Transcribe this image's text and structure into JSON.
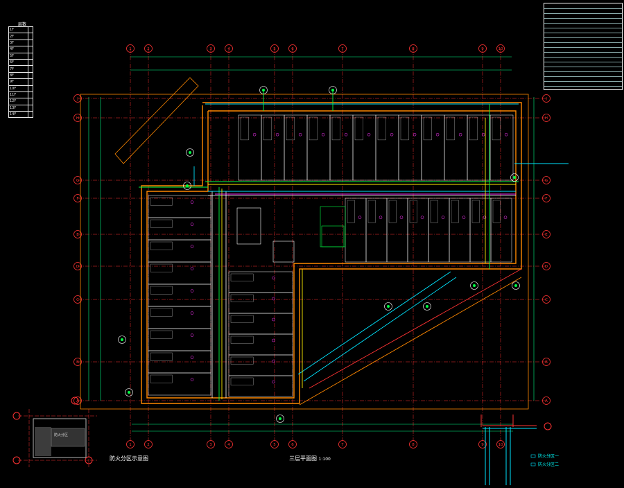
{
  "drawing": {
    "plan_title": "三层平面图",
    "plan_scale": "1:100",
    "key_plan_title": "防火分区示意图",
    "key_plan_note": "防火分区",
    "colors": {
      "background": "#000000",
      "grid": "#ff3333",
      "wall": "#ff8800",
      "partition": "#ffffff",
      "pipe_green": "#00ff44",
      "pipe_cyan": "#00e5ff",
      "pipe_yellow": "#ffee00",
      "pipe_magenta": "#ff33ff",
      "dim": "#00ff88"
    }
  },
  "grid_top": [
    "1",
    "2",
    "3",
    "4",
    "5",
    "6",
    "7",
    "8",
    "9",
    "10"
  ],
  "grid_left": [
    "J",
    "H",
    "G",
    "F",
    "E",
    "D",
    "C",
    "B",
    "A"
  ],
  "legend": {
    "header": "层数",
    "rows": [
      "1F",
      "2F",
      "3F",
      "4F",
      "5F",
      "6F",
      "7F",
      "8F",
      "9F",
      "10F",
      "11F",
      "12F",
      "13F",
      "14F"
    ]
  },
  "key_legend": [
    "防火分区一",
    "防火分区二"
  ]
}
